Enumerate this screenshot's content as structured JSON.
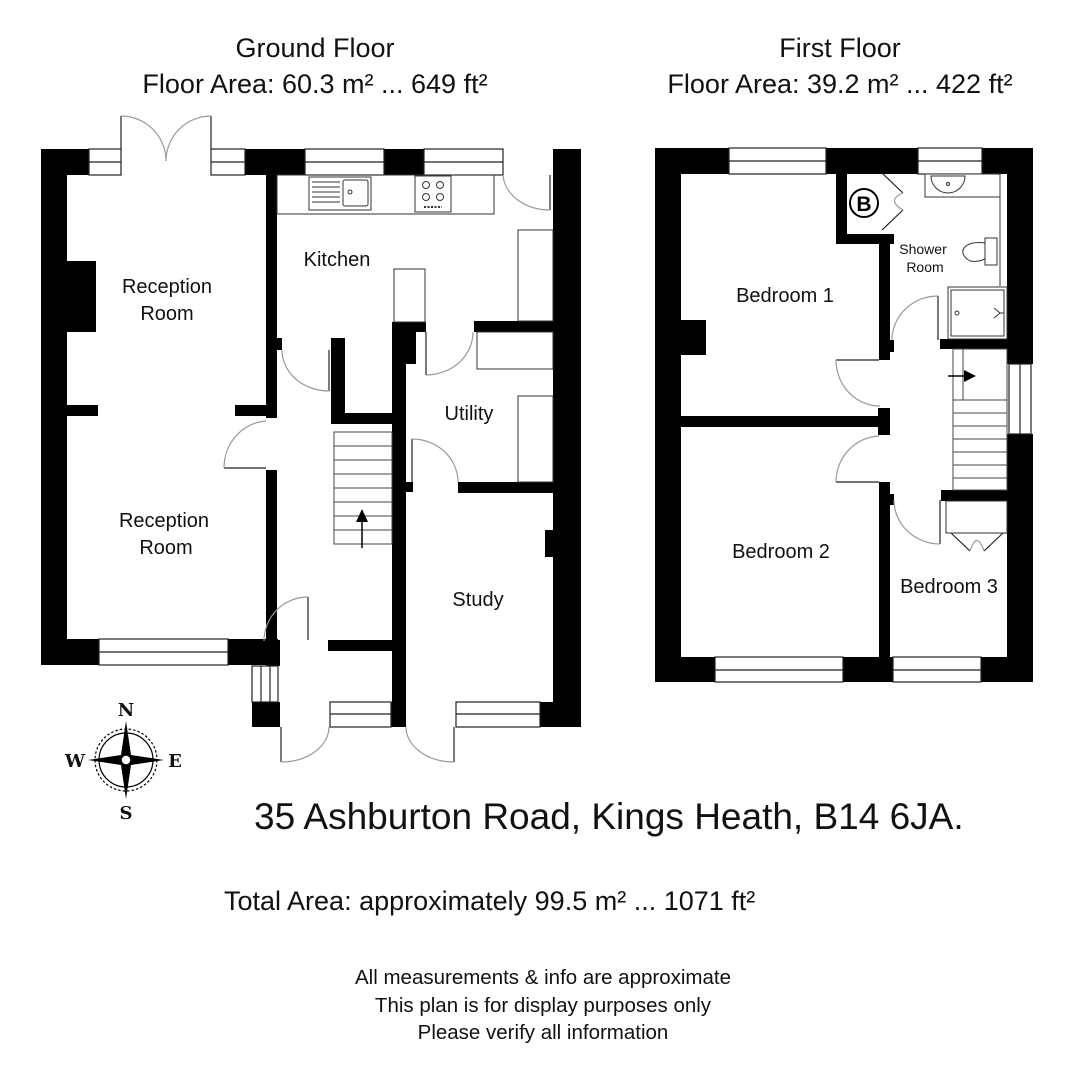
{
  "ground_floor": {
    "title": "Ground Floor",
    "area": "Floor Area: 60.3 m² ... 649 ft²",
    "rooms": {
      "reception_room_1": [
        "Reception",
        "Room"
      ],
      "reception_room_2": [
        "Reception",
        "Room"
      ],
      "kitchen": "Kitchen",
      "utility": "Utility",
      "study": "Study"
    }
  },
  "first_floor": {
    "title": "First Floor",
    "area": "Floor Area: 39.2 m² ... 422 ft²",
    "rooms": {
      "bedroom_1": "Bedroom 1",
      "bedroom_2": "Bedroom 2",
      "bedroom_3": "Bedroom 3",
      "shower_room": [
        "Shower",
        "Room"
      ],
      "boiler_badge": "B"
    }
  },
  "compass": {
    "n": "N",
    "s": "S",
    "e": "E",
    "w": "W"
  },
  "address": "35 Ashburton Road, Kings Heath, B14 6JA.",
  "total_area": "Total Area: approximately 99.5 m² ... 1071 ft²",
  "disclaimer": [
    "All measurements & info are approximate",
    "This plan is for display purposes only",
    "Please verify all information"
  ],
  "colors": {
    "wall": "#000000",
    "background": "#ffffff",
    "fixture_line": "#333333",
    "door_arc": "#999999"
  }
}
